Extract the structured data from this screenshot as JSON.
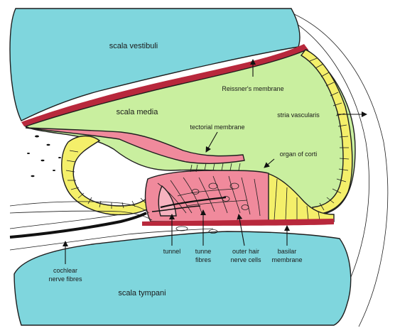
{
  "colors": {
    "scala_fill": "#7fd6dd",
    "media_fill": "#c9ef9f",
    "cell_fill": "#f4ef6a",
    "organ_fill": "#f08a9c",
    "membrane_fill": "#b8283c",
    "outline": "#1e1e1e"
  },
  "labels": {
    "scala_vestibuli": "scala vestibuli",
    "scala_media": "scala media",
    "scala_tympani": "scala tympani",
    "reissners_membrane": "Reissner's membrane",
    "stria_vascularis": "stria vascularis",
    "tectorial_membrane": "tectorial membrane",
    "organ_of_corti": "organ of corti",
    "tunnel": "tunnel",
    "tunnel_fibres_line1": "tunne",
    "tunnel_fibres_line2": "fibres",
    "outer_hair_line1": "outer hair",
    "outer_hair_line2": "nerve cells",
    "basilar_line1": "basilar",
    "basilar_line2": "membrane",
    "cochlear_line1": "cochlear",
    "cochlear_line2": "nerve fibres"
  },
  "icons": {
    "pointer": "arrow"
  }
}
